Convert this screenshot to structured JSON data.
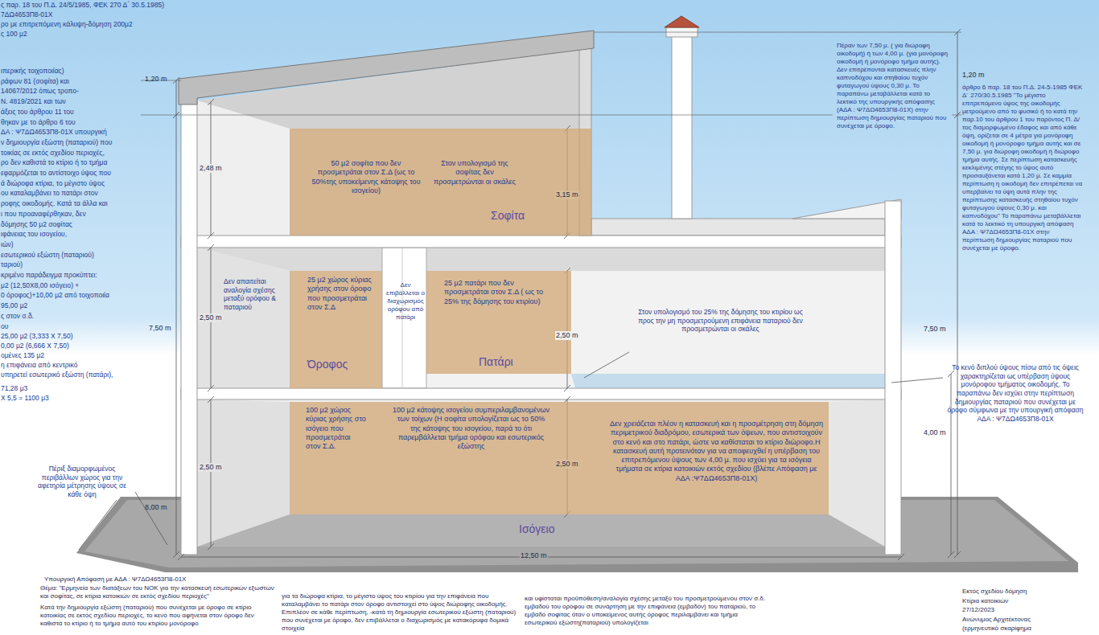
{
  "diagram": {
    "nodes": [
      {
        "text": [
          "50 μ2 σοφίτα που δεν προσμετράται στον Σ.Δ (ως το 50%της υποκείμενης κάτοψης του ισογείου)",
          "Στον υπολογισμό της σοφίτας δεν προσμετρώνται οι σκάλες",
          "Σοφίτα"
        ]
      },
      {
        "text": [
          "25 μ2 χώρος κύριας χρήσης στον όροφο που προσμετράται στον Σ.Δ",
          "Όροφος"
        ]
      },
      {
        "text": [
          "25 μ2 πατάρι που δεν προσμετράται στον Σ.Δ ( ως το 25% της δόμησης του κτιρίου)",
          "Πατάρι"
        ]
      },
      {
        "text": [
          "100 μ2 χώρος κύριας χρήσης στο ισόγειο που προσμετράται στον Σ.Δ.",
          "100 μ2 κάτοψης ισογείου συμπεριλαμβανομένων των τοίχων (Η σοφίτα υπολογίζεται ως το 50% της κάτοψης του ισογείου, παρά το ότι παρεμβάλλεται τμήμα ορόφου και εσωτερικός εξώστης",
          "Δεν χρειάζεται πλέον η κατασκευή και η προσμέτρηση στη δόμηση περιμετρικού διαδρόμου, εσωτερικά των όψεων, που αντιστοιχούν στο κενό και στο πατάρι, ώστε να καθίσταται το κτίριο διώροφο.Η κατασκευή αυτή προτεινόταν για να αποφευχθεί η υπέρβαση του επιτρεπόμενου ύψους των 4,00 μ. που ισχύει για τα ισόγεια τμήματα σε κτίρια κατοικιών εκτός σχεδίου (βλέπε Απόφαση με ΑΔΑ :Ψ7ΔΩ4653Π8-01Χ)",
          "Ισόγειο"
        ]
      }
    ],
    "labels": [
      "ς παρ. 18 του Π.Δ. 24/5/1985, ΦΕΚ 270 Δ΄ 30.5.1985)",
      "7ΔΩ4653Π8-01Χ",
      "ρο με επιτρεπόμενη κάλυψη-δόμηση 200μ2",
      "ς 100 μ2",
      "ιπερικής τοιχοποιίας)",
      "ράφων 81 (σοφίτα) και",
      "14067/2012 όπως τροπο-",
      "Ν. 4819/2021 και των",
      "άξεις του άρθρου 11 του",
      "θηκαν με το άρθρο 6 του",
      "ΔΑ : Ψ7ΔΩ4653Π8-01Χ υπουργική",
      "ν δημιουργία εξώστη (παταριού) που",
      "τοικίας σε εκτός σχεδίου περιοχές,",
      "ρο δεν καθιστά το κτίριο ή το τμήμα",
      "εφαρμόζεται το αντίστοιχο ύψος που",
      "ά διώροφα κτίρια, το μέγιστο ύψος",
      "ου καταλαμβάνει το πατάρι στον",
      "ροφης οικοδομής. Κατά τα άλλα και",
      "ι που προαναφέρθηκαν, δεν",
      "δόμησης 50 μ2 σοφίτας",
      "ιφάνειας του ισογείου,",
      "ιών)",
      "εσωτερικού εξώστη (παταριού)",
      "ταριού)",
      "κριμένο παράδειγμα προκύπτει:",
      "μ2 (12,50Χ8,00 ισόγειο) +",
      "0 όροφος)+10,00 μ2 από τοιχοποιία",
      "95,00 μ2",
      "ς στον σ.δ.",
      "ου",
      "25,00 μ2 (3,333 Χ 7,50)",
      "0,00 μ2 (6,666 Χ 7,50)",
      "ομένες 135 μ2",
      "η επιφάνεια από κεντρικό",
      "υπηρετεί εσωτερικό εξώστη (πατάρι),",
      "71,28 μ3",
      "Χ 5,5 = 1100 μ3",
      "1,20 m",
      "2,48 m",
      "3,15 m",
      "Δεν απαιτείται αναλογία σχέσης μεταξύ ορόφου & παταριού",
      "Δεν επιβάλλεται ο διαχωρισμός ορόφου από πατάρι",
      "2,50 m",
      "7,50 m",
      "2,50 m",
      "Στον υπολογισμό του 25% της δόμησης του κτιρίου ως προς την μη προσμετρούμενη επιφάνεια παταριού δεν προσμετρώνται οι σκάλες",
      "2,50 m",
      "2,50 m",
      "Πέριξ διαμορφωμένος περιβάλλων χώρος για την αφετηρία μέτρησης ύψους σε κάθε όψη",
      "8,00 m",
      "12,50 m",
      "Πέραν των 7,50 μ. ( για διώροφη οικοδομή) ή των 4,00 μ. (για μονόροφη οικοδομή ή μονόροφο τμήμα αυτής). Δεν επιτρέπονται κατασκευές πλην καπνοδόχου και στηθαίου τυχόν φυταγωγού ύψους 0,30 μ. Το παραπάνω μεταβάλλεται κατά το λεκτικό της υπουργικής απόφασης (ΑΔΑ : Ψ7ΔΩ4653Π8-01Χ) στην περίπτωση δημιουργίας παταριού που συνέχεται με όροφο.",
      "1,20 m",
      "άρθρο 6 παρ. 18 του Π.Δ. 24-5-1985 ΦΕΚ Δ΄ 270/30.5.1985 \"Το μέγιστο επιτρεπόμενο ύψος της οικοδομής μετρούμενο από το φυσικό ή το κατά την παρ.10 του άρθρου 1 του παρόντος Π. Δ/τος διαμορφωμένο έδαφος και από κάθε όψη, ορίζεται σε 4 μέτρα για μονόροφη οικοδομή ή μονόροφο τμήμα αυτής και σε 7,50 μ. για διώροφη οικοδομή ή διώροφο τμήμα αυτής. Σε περίπτωση κατασκευής κεκλιμένης στέγης το ύψος αυτό προσαυξάνεται κατά 1,20 μ. Σε καμμία περίπτωση η οικοδομή δεν επιτρέπεται να υπερβαίνει τα ύψη αυτά πλην της περίπτωσης κατασκευής στηθαίου τυχόν φυταγωγού ύψους 0,30 μ. και καπνοδόχου\" Το παραπάνω μεταβάλλεται κατά το λεκτικό τη υπουργική απόφαση ΑΔΑ : Ψ7ΔΩ4653Π8-01Χ στην περίπτωση δημιουργίας παταριού που συνέχεται με όροφο.",
      "7,50 m",
      "Το κενό διπλού ύψους πίσω από τις όψεις χαρακτηρίζεται ως υπέρβαση ύψους μονόροφου τμήματος οικοδομής. Το παραπάνω δεν ισχύει στην περίπτωση δημιουργίας παταριού που συνέχεται με όροφο σύμφωνα με την υπουργική απόφαση ΑΔΑ : Ψ7ΔΩ4653Π8-01Χ",
      "4,00 m",
      "Υπουργική Απόφαση με ΑΔΑ : Ψ7ΔΩ4653Π8-01Χ",
      "Θέμα: \"Ερμηνεία των διατάξεων του ΝΟΚ για την κατασκευή εσωτερικών εξωστών και σοφίτας, σε κτίρια κατοικιών σε εκτός σχεδίου περιοχές\"",
      "Κατά την δημιουργία εξώστη (παταριού) που συνέχεται με όροφο σε κτίριο κατοικίας σε εκτός σχεδίου περιοχές, το κενό που αφήνεται στον όροφο δεν καθιστά το κτίριο ή το τμήμα αυτό του κτιρίου μονόροφο",
      "για τα διώροφα κτίρια, το μέγιστο ύψος του κτιρίου για την επιφάνεια που καταλαμβάνει το πατάρι στον όροφο αντιστοιχεί στο ύψος διώροφης οικοδομής. Επιπλέον σε κάθε περίπτωση, -κατά τη δημιουργία εσωτερικού εξώστη (παταριού) που συνέχεται με όροφο, δεν επιβάλλεται ο διαχωρισμός με κατακόρυφα δομικά στοιχεία",
      "και υφίσταται προϋπόθεση/αναλογία σχέσης μεταξύ του προσμετρούμενου στον σ.δ. εμβαδού του ορόφου σε συνάρτηση με την επιφάνεια (εμβαδόν) του παταριού, το εμβαδό σοφίτας όταν ο υποκείμενος αυτής όροφος περιλαμβάνει και τμήμα εσωτερικού εξώστη(παταριού) υπολογίζεται",
      "Εκτός σχεδίου δόμηση",
      "Κτίρια κατοικιών",
      "27/12/2023",
      "Ανώνυμος Αρχιτέκτονας",
      "(ερμηνευτικό σκαρίφημα"
    ]
  }
}
